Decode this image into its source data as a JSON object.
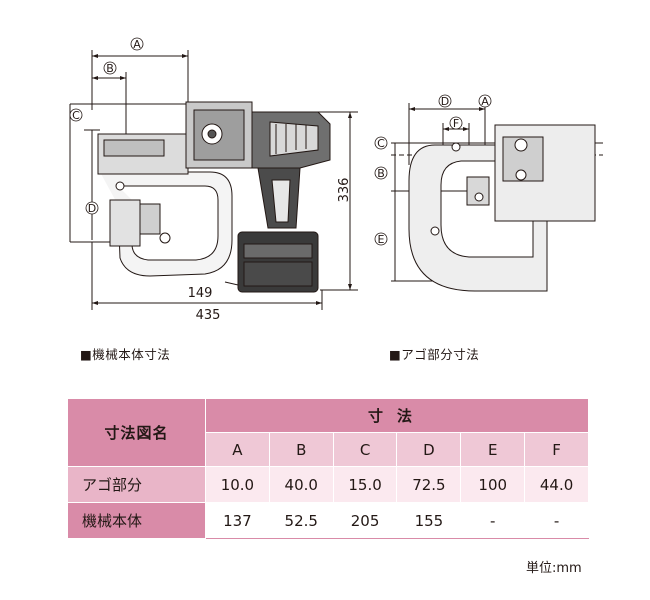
{
  "left_diagram": {
    "caption": "■機械本体寸法",
    "dim_labels": {
      "a": "A",
      "b": "B",
      "c": "C",
      "d": "D"
    },
    "dim_numbers": {
      "height": "336",
      "width_total": "435",
      "width_battery": "149"
    }
  },
  "right_diagram": {
    "caption": "■アゴ部分寸法",
    "dim_labels": {
      "a": "A",
      "b": "B",
      "c": "C",
      "d": "D",
      "e": "E",
      "f": "F"
    }
  },
  "table": {
    "corner_label": "寸法図名",
    "group_label": "寸法",
    "columns": [
      "A",
      "B",
      "C",
      "D",
      "E",
      "F"
    ],
    "rows": [
      {
        "name": "アゴ部分",
        "values": [
          "10.0",
          "40.0",
          "15.0",
          "72.5",
          "100",
          "44.0"
        ]
      },
      {
        "name": "機械本体",
        "values": [
          "137",
          "52.5",
          "205",
          "155",
          "-",
          "-"
        ]
      }
    ]
  },
  "unit_note": "単位:mm",
  "colors": {
    "header_pink": "#d98ba8",
    "subheader_pink": "#efc8d6",
    "row_tint": "#fbe9ef",
    "line": "#231815"
  }
}
